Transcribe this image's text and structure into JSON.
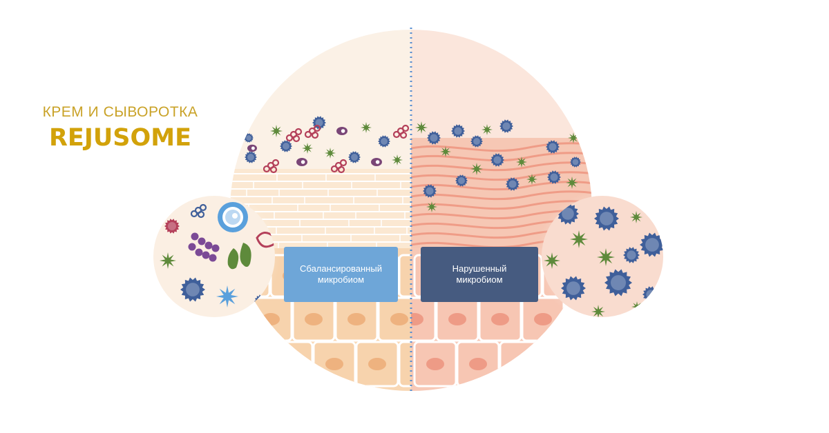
{
  "header": {
    "subtitle": "КРЕМ И СЫВОРОТКА",
    "brand": "REJUSOME"
  },
  "labels": {
    "balanced": {
      "line1": "Сбалансированный",
      "line2": "микробиом"
    },
    "disrupted": {
      "line1": "Нарушенный",
      "line2": "микробиом"
    }
  },
  "colors": {
    "brand": "#d2a20a",
    "balanced_box": "#6ea6d8",
    "disrupted_box": "#465b80",
    "divider": "#5b8fd0"
  }
}
